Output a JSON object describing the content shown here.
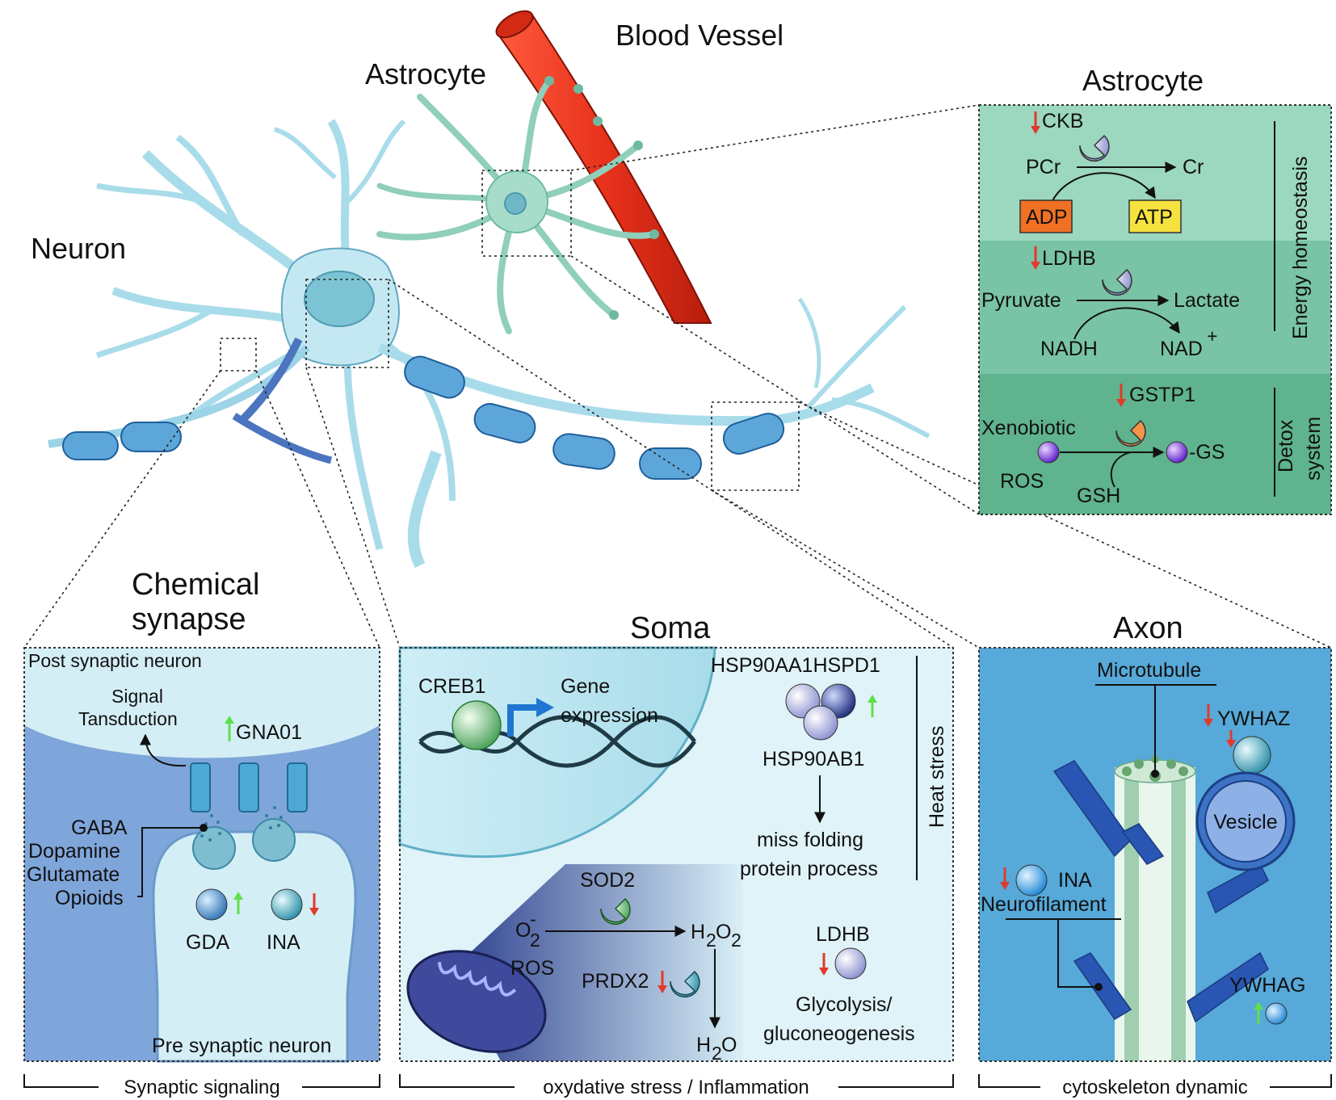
{
  "top": {
    "blood_vessel": "Blood Vessel",
    "astrocyte": "Astrocyte",
    "neuron": "Neuron"
  },
  "astro_panel": {
    "title": "Astrocyte",
    "energy_label": "Energy homeostasis",
    "detox_label_1": "Detox",
    "detox_label_2": "system",
    "ckb": "CKB",
    "pcr": "PCr",
    "cr": "Cr",
    "adp": "ADP",
    "atp": "ATP",
    "ldhb": "LDHB",
    "pyruvate": "Pyruvate",
    "lactate": "Lactate",
    "nadh": "NADH",
    "nad": "NAD",
    "nad_sup": "+",
    "gstp1": "GSTP1",
    "xenobiotic": "Xenobiotic",
    "ros": "ROS",
    "gsh": "GSH",
    "gs": "-GS"
  },
  "synapse_panel": {
    "title_1": "Chemical",
    "title_2": "synapse",
    "post": "Post synaptic neuron",
    "signal_1": "Signal",
    "signal_2": "Tansduction",
    "gna01": "GNA01",
    "nt_1": "GABA",
    "nt_2": "Dopamine",
    "nt_3": "Glutamate",
    "nt_4": "Opioids",
    "gda": "GDA",
    "ina": "INA",
    "pre": "Pre synaptic neuron",
    "footer": "Synaptic signaling"
  },
  "soma_panel": {
    "title": "Soma",
    "creb1": "CREB1",
    "gene_1": "Gene",
    "gene_2": "expression",
    "hsp_top": "HSP90AA1HSPD1",
    "hsp_bottom": "HSP90AB1",
    "miss_1": "miss folding",
    "miss_2": "protein process",
    "heat": "Heat stress",
    "sod2": "SOD2",
    "o2": "O",
    "o2_sub": "2",
    "o2_sup": "-",
    "ros": "ROS",
    "h2o2_a": "H",
    "h2o2_b": "2",
    "h2o2_c": "O",
    "h2o2_d": "2",
    "prdx2": "PRDX2",
    "h2o_a": "H",
    "h2o_b": "2",
    "h2o_c": "O",
    "ldhb": "LDHB",
    "glyco_1": "Glycolysis/",
    "glyco_2": "gluconeogenesis",
    "footer": "oxydative stress / Inflammation"
  },
  "axon_panel": {
    "title": "Axon",
    "microtubule": "Microtubule",
    "ywhaz": "YWHAZ",
    "vesicle": "Vesicle",
    "ina": "INA",
    "neurofilament": "Neurofilament",
    "ywhag": "YWHAG",
    "footer": "cytoskeleton dynamic"
  },
  "colors": {
    "up_arrow": "#5de04a",
    "down_arrow": "#e23a2a",
    "vessel": "#e8321c",
    "neuron": "#bfe6f0",
    "astrocyte": "#9fd8c4",
    "myelin": "#4a93cf"
  }
}
